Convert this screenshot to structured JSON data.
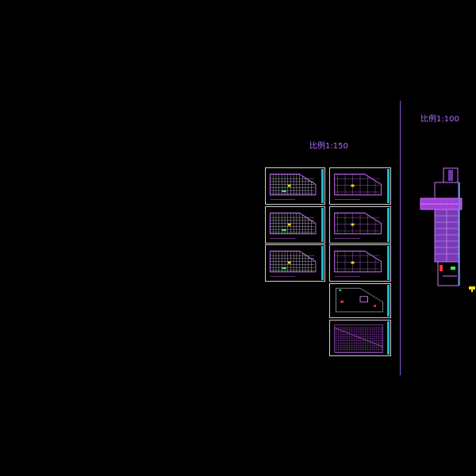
{
  "labels": {
    "scale_150": "比例1:150",
    "scale_100": "比例1:100"
  },
  "colors": {
    "background": "#000000",
    "label": "#b36bff",
    "divider": "#8a55d6",
    "frame": "#cfcfcf",
    "titleblock": "#1fb6d1",
    "walls": "#d070ff",
    "accent_red": "#ff3030",
    "accent_yellow": "#ffe000",
    "accent_green": "#30ff60"
  },
  "sheets": [
    {
      "id": "sheet-a1",
      "style": "dense"
    },
    {
      "id": "sheet-a2",
      "style": "dense"
    },
    {
      "id": "sheet-a3",
      "style": "dense"
    },
    {
      "id": "sheet-b1",
      "style": "sparse"
    },
    {
      "id": "sheet-b2",
      "style": "sparse"
    },
    {
      "id": "sheet-b3",
      "style": "sparse"
    },
    {
      "id": "sheet-b4",
      "style": "site"
    },
    {
      "id": "sheet-b5",
      "style": "grid"
    }
  ]
}
